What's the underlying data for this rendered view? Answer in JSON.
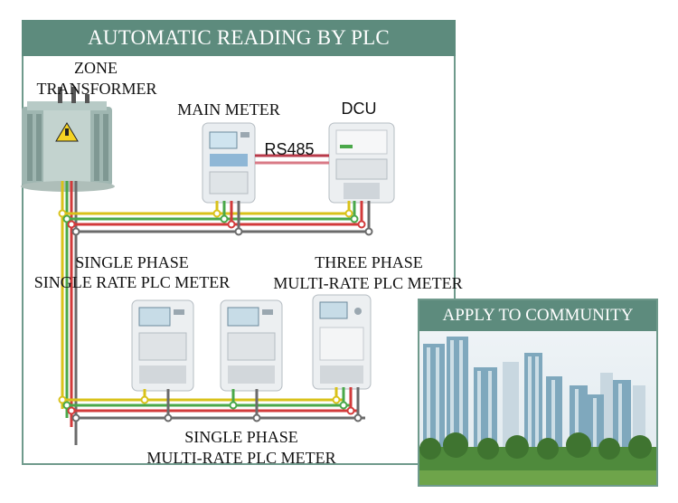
{
  "title": "AUTOMATIC READING BY PLC",
  "labels": {
    "zone_transformer_line1": "ZONE",
    "zone_transformer_line2": "TRANSFORMER",
    "main_meter": "MAIN METER",
    "dcu": "DCU",
    "rs485": "RS485",
    "single_phase_single_rate_line1": "SINGLE PHASE",
    "single_phase_single_rate_line2": "SINGLE RATE PLC METER",
    "three_phase_line1": "THREE PHASE",
    "three_phase_line2": "MULTI-RATE PLC METER",
    "single_phase_multi_rate_line1": "SINGLE PHASE",
    "single_phase_multi_rate_line2": "MULTI-RATE PLC METER"
  },
  "community": {
    "title": "APPLY TO COMMUNITY"
  },
  "colors": {
    "accent": "#5d8b7d",
    "wire_yellow": "#d9c21a",
    "wire_green": "#4aa84a",
    "wire_red": "#d23a3a",
    "wire_gray": "#6b6b6b",
    "rs485_wire": "#b83a4a"
  }
}
